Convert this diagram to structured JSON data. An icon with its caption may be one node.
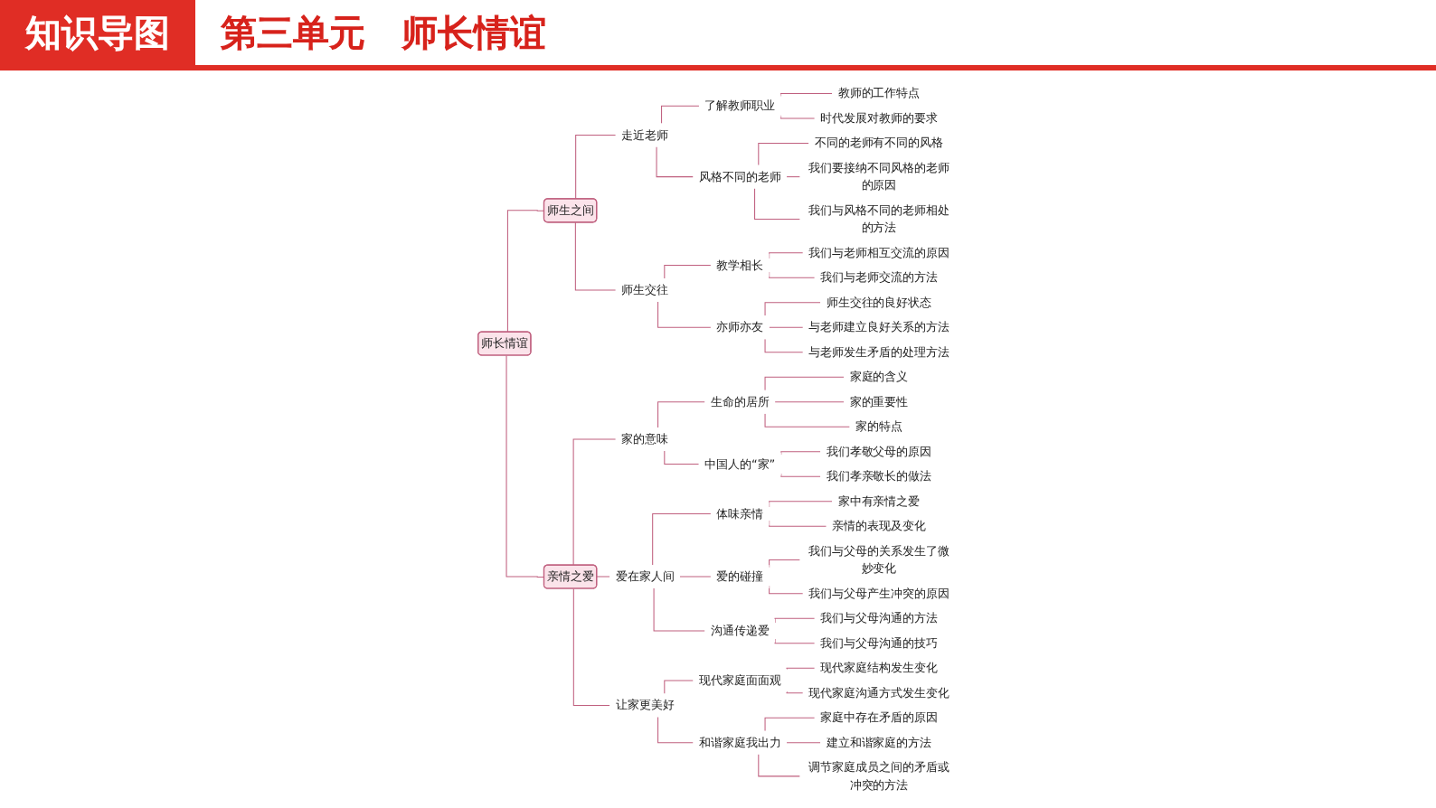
{
  "diagram": {
    "title": "第三单元　师长情谊",
    "nodes": [
      {
        "text": [
          "师长情谊"
        ]
      },
      {
        "text": [
          "师生之间"
        ]
      },
      {
        "text": [
          "走近老师"
        ]
      },
      {
        "text": [
          "了解教师职业"
        ]
      },
      {
        "text": [
          "教师的工作特点"
        ]
      },
      {
        "text": [
          "时代发展对教师的要求"
        ]
      },
      {
        "text": [
          "风格不同的老师"
        ]
      },
      {
        "text": [
          "不同的老师有不同的风格"
        ]
      },
      {
        "text": [
          "我们要接纳不同风格的老师的原因"
        ]
      },
      {
        "text": [
          "我们与风格不同的老师相处的方法"
        ]
      },
      {
        "text": [
          "师生交往"
        ]
      },
      {
        "text": [
          "教学相长"
        ]
      },
      {
        "text": [
          "我们与老师相互交流的原因"
        ]
      },
      {
        "text": [
          "我们与老师交流的方法"
        ]
      },
      {
        "text": [
          "亦师亦友"
        ]
      },
      {
        "text": [
          "师生交往的良好状态"
        ]
      },
      {
        "text": [
          "与老师建立良好关系的方法"
        ]
      },
      {
        "text": [
          "与老师发生矛盾的处理方法"
        ]
      },
      {
        "text": [
          "亲情之爱"
        ]
      },
      {
        "text": [
          "家的意味"
        ]
      },
      {
        "text": [
          "生命的居所"
        ]
      },
      {
        "text": [
          "家庭的含义"
        ]
      },
      {
        "text": [
          "家的重要性"
        ]
      },
      {
        "text": [
          "家的特点"
        ]
      },
      {
        "text": [
          "中国人的“家”"
        ]
      },
      {
        "text": [
          "我们孝敬父母的原因"
        ]
      },
      {
        "text": [
          "我们孝亲敬长的做法"
        ]
      },
      {
        "text": [
          "爱在家人间"
        ]
      },
      {
        "text": [
          "体味亲情"
        ]
      },
      {
        "text": [
          "家中有亲情之爱"
        ]
      },
      {
        "text": [
          "亲情的表现及变化"
        ]
      },
      {
        "text": [
          "爱的碰撞"
        ]
      },
      {
        "text": [
          "我们与父母的关系发生了微妙变化"
        ]
      },
      {
        "text": [
          "我们与父母产生冲突的原因"
        ]
      },
      {
        "text": [
          "沟通传递爱"
        ]
      },
      {
        "text": [
          "我们与父母沟通的方法"
        ]
      },
      {
        "text": [
          "我们与父母沟通的技巧"
        ]
      },
      {
        "text": [
          "让家更美好"
        ]
      },
      {
        "text": [
          "现代家庭面面观"
        ]
      },
      {
        "text": [
          "现代家庭结构发生变化"
        ]
      },
      {
        "text": [
          "现代家庭沟通方式发生变化"
        ]
      },
      {
        "text": [
          "和谐家庭我出力"
        ]
      },
      {
        "text": [
          "家庭中存在矛盾的原因"
        ]
      },
      {
        "text": [
          "建立和谐家庭的方法"
        ]
      },
      {
        "text": [
          "调节家庭成员之间的矛盾或冲突的方法"
        ]
      }
    ],
    "edges": [
      {
        "from": 0,
        "to": 1,
        "arrow": "none"
      },
      {
        "from": 1,
        "to": 2,
        "arrow": "none"
      },
      {
        "from": 2,
        "to": 3,
        "arrow": "none"
      },
      {
        "from": 3,
        "to": 4,
        "arrow": "none"
      },
      {
        "from": 3,
        "to": 5,
        "arrow": "none"
      },
      {
        "from": 2,
        "to": 6,
        "arrow": "none"
      },
      {
        "from": 6,
        "to": 7,
        "arrow": "none"
      },
      {
        "from": 6,
        "to": 8,
        "arrow": "none"
      },
      {
        "from": 6,
        "to": 9,
        "arrow": "none"
      },
      {
        "from": 1,
        "to": 10,
        "arrow": "none"
      },
      {
        "from": 10,
        "to": 11,
        "arrow": "none"
      },
      {
        "from": 11,
        "to": 12,
        "arrow": "none"
      },
      {
        "from": 11,
        "to": 13,
        "arrow": "none"
      },
      {
        "from": 10,
        "to": 14,
        "arrow": "none"
      },
      {
        "from": 14,
        "to": 15,
        "arrow": "none"
      },
      {
        "from": 14,
        "to": 16,
        "arrow": "none"
      },
      {
        "from": 14,
        "to": 17,
        "arrow": "none"
      },
      {
        "from": 0,
        "to": 18,
        "arrow": "none"
      },
      {
        "from": 18,
        "to": 19,
        "arrow": "none"
      },
      {
        "from": 19,
        "to": 20,
        "arrow": "none"
      },
      {
        "from": 20,
        "to": 21,
        "arrow": "none"
      },
      {
        "from": 20,
        "to": 22,
        "arrow": "none"
      },
      {
        "from": 20,
        "to": 23,
        "arrow": "none"
      },
      {
        "from": 19,
        "to": 24,
        "arrow": "none"
      },
      {
        "from": 24,
        "to": 25,
        "arrow": "none"
      },
      {
        "from": 24,
        "to": 26,
        "arrow": "none"
      },
      {
        "from": 18,
        "to": 27,
        "arrow": "none"
      },
      {
        "from": 27,
        "to": 28,
        "arrow": "none"
      },
      {
        "from": 28,
        "to": 29,
        "arrow": "none"
      },
      {
        "from": 28,
        "to": 30,
        "arrow": "none"
      },
      {
        "from": 27,
        "to": 31,
        "arrow": "none"
      },
      {
        "from": 31,
        "to": 32,
        "arrow": "none"
      },
      {
        "from": 31,
        "to": 33,
        "arrow": "none"
      },
      {
        "from": 27,
        "to": 34,
        "arrow": "none"
      },
      {
        "from": 34,
        "to": 35,
        "arrow": "none"
      },
      {
        "from": 34,
        "to": 36,
        "arrow": "none"
      },
      {
        "from": 18,
        "to": 37,
        "arrow": "none"
      },
      {
        "from": 37,
        "to": 38,
        "arrow": "none"
      },
      {
        "from": 38,
        "to": 39,
        "arrow": "none"
      },
      {
        "from": 38,
        "to": 40,
        "arrow": "none"
      },
      {
        "from": 37,
        "to": 41,
        "arrow": "none"
      },
      {
        "from": 41,
        "to": 42,
        "arrow": "none"
      },
      {
        "from": 41,
        "to": 43,
        "arrow": "none"
      },
      {
        "from": 41,
        "to": 44,
        "arrow": "none"
      }
    ],
    "labels": [
      "知识导图"
    ]
  }
}
